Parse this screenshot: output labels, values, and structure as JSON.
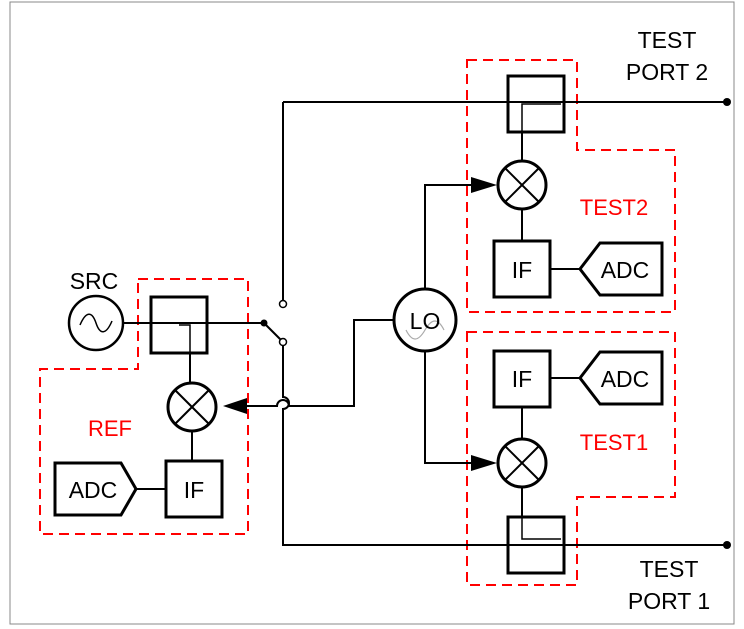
{
  "labels": {
    "src": "SRC",
    "lo": "LO",
    "ref": "REF",
    "test1": "TEST1",
    "test2": "TEST2",
    "port2_line1": "TEST",
    "port2_line2": "PORT 2",
    "port1_line1": "TEST",
    "port1_line2": "PORT 1",
    "adc": "ADC",
    "if": "IF"
  },
  "colors": {
    "line": "#000000",
    "group_border": "#ff0000",
    "group_label": "#ff0000",
    "frame": "#888888",
    "background": "#ffffff"
  },
  "icons": {
    "source": "sine-wave-source-icon",
    "mixer": "mixer-x-circle-icon",
    "coupler": "directional-coupler-icon",
    "switch": "rf-switch-icon"
  }
}
